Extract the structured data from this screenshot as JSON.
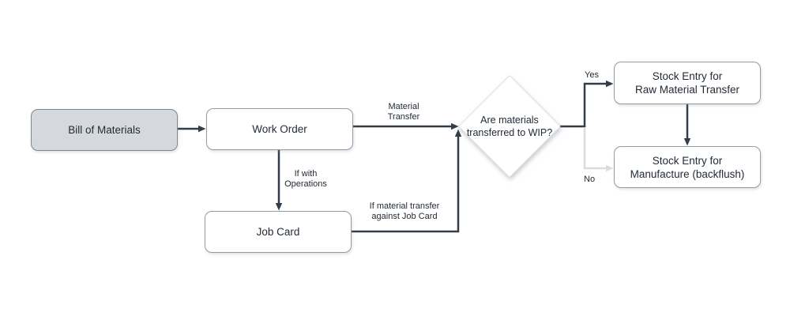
{
  "diagram": {
    "nodes": {
      "bill_of_materials": {
        "lines": [
          "Bill of Materials"
        ]
      },
      "work_order": {
        "lines": [
          "Work Order"
        ]
      },
      "job_card": {
        "lines": [
          "Job Card"
        ]
      },
      "decision_wip": {
        "lines": [
          "Are materials",
          "transferred to WIP?"
        ]
      },
      "stock_entry_raw_material": {
        "lines": [
          "Stock Entry for",
          "Raw Material Transfer"
        ]
      },
      "stock_entry_manufacture": {
        "lines": [
          "Stock Entry for",
          "Manufacture (backflush)"
        ]
      }
    },
    "edge_labels": {
      "material_transfer": {
        "lines": [
          "Material",
          "Transfer"
        ]
      },
      "if_with_operations": {
        "lines": [
          "If with",
          "Operations"
        ]
      },
      "if_material_transfer_against_job_card": {
        "lines": [
          "If material transfer",
          "against Job Card"
        ]
      },
      "yes": "Yes",
      "no": "No"
    },
    "colors": {
      "line_dark": "#323d49",
      "line_light": "#d8dde2",
      "node_border": "#939ca5",
      "node_fill": "#ffffff",
      "bom_fill": "#d5d9dd",
      "bom_border": "#7e868f",
      "diamond_border": "#dde1e7",
      "text": "#232b35",
      "background": "#ffffff"
    }
  }
}
